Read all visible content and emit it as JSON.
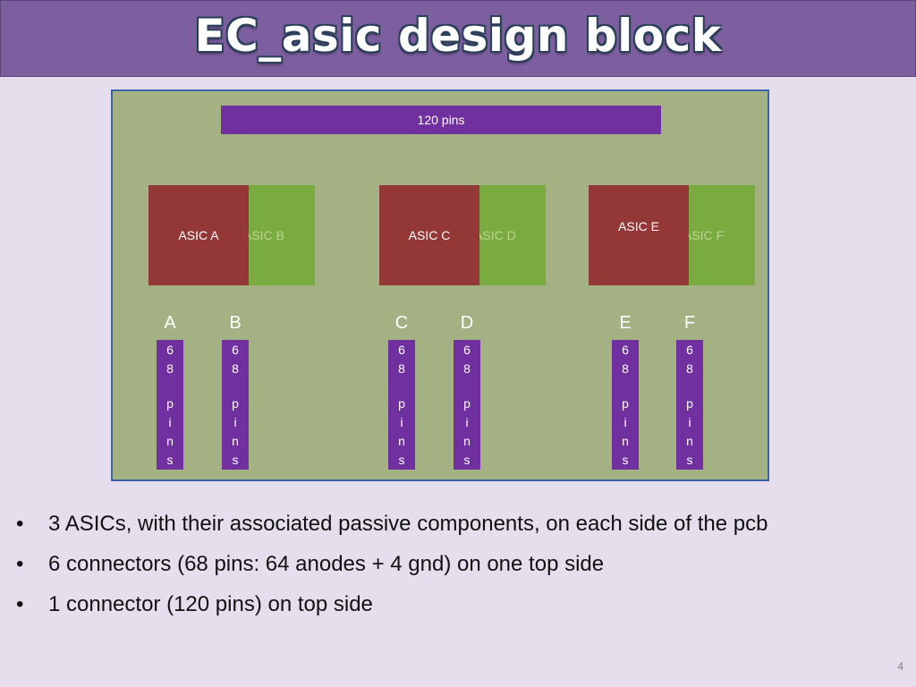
{
  "slide": {
    "title": "EC_asic design block",
    "page_number": "4"
  },
  "diagram": {
    "top_connector": "120 pins",
    "asic_groups": [
      {
        "primary": "ASIC A",
        "secondary": "ASIC B"
      },
      {
        "primary": "ASIC C",
        "secondary": "ASIC D"
      },
      {
        "primary": "ASIC E",
        "secondary": "ASIC F"
      }
    ],
    "connector_letters": [
      "A",
      "B",
      "C",
      "D",
      "E",
      "F"
    ],
    "connector_chars": [
      "6",
      "8",
      "",
      "p",
      "i",
      "n",
      "s"
    ]
  },
  "bullets": {
    "marker": "•",
    "items": [
      "3 ASICs, with their associated passive components, on each side of the pcb",
      "6 connectors (68 pins: 64 anodes + 4 gnd) on one top side",
      "1 connector (120 pins) on top side"
    ]
  },
  "colors": {
    "title_bar": "#7d5fa0",
    "background": "#e6deec",
    "board": "#a4b283",
    "board_border": "#3a64a4",
    "connector": "#7030a0",
    "asic_primary": "#943737",
    "asic_secondary": "#7aab40"
  }
}
